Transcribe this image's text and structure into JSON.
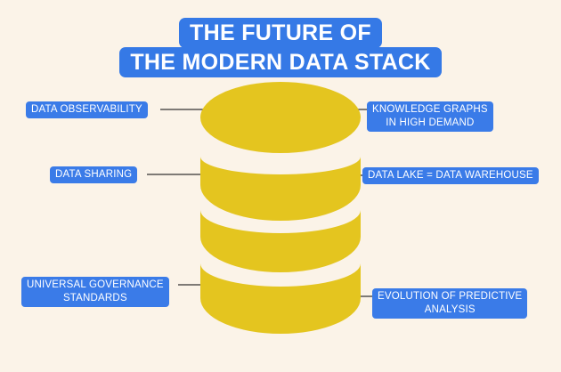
{
  "title": {
    "line1": "THE FUTURE OF",
    "line2": "THE MODERN DATA STACK"
  },
  "labels": {
    "data_observability": "DATA OBSERVABILITY",
    "data_sharing": "DATA SHARING",
    "universal_governance": [
      "UNIVERSAL GOVERNANCE",
      "STANDARDS"
    ],
    "knowledge_graphs": [
      "KNOWLEDGE GRAPHS",
      "IN HIGH DEMAND"
    ],
    "data_lake": "DATA LAKE = DATA WAREHOUSE",
    "predictive_analysis": [
      "EVOLUTION OF PREDICTIVE",
      "ANALYSIS"
    ]
  },
  "colors": {
    "background": "#fbf3e8",
    "accent_blue": "#3a7be8",
    "database_yellow": "#e4c51f",
    "connector_line": "#333333"
  },
  "icon": "database-cylinder-icon"
}
